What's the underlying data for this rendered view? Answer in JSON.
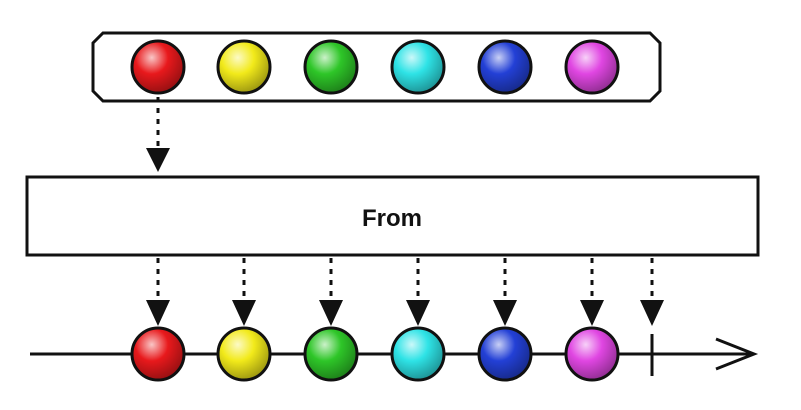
{
  "operator": {
    "label": "From"
  },
  "source_items": [
    {
      "name": "red",
      "color": "#e8191c"
    },
    {
      "name": "yellow",
      "color": "#f2ea1a"
    },
    {
      "name": "green",
      "color": "#2ec628"
    },
    {
      "name": "cyan",
      "color": "#2ee3e6"
    },
    {
      "name": "blue",
      "color": "#2340d6"
    },
    {
      "name": "magenta",
      "color": "#e046e2"
    }
  ],
  "output_items": [
    {
      "name": "red",
      "color": "#e8191c"
    },
    {
      "name": "yellow",
      "color": "#f2ea1a"
    },
    {
      "name": "green",
      "color": "#2ec628"
    },
    {
      "name": "cyan",
      "color": "#2ee3e6"
    },
    {
      "name": "blue",
      "color": "#2340d6"
    },
    {
      "name": "magenta",
      "color": "#e046e2"
    }
  ],
  "completion": true
}
